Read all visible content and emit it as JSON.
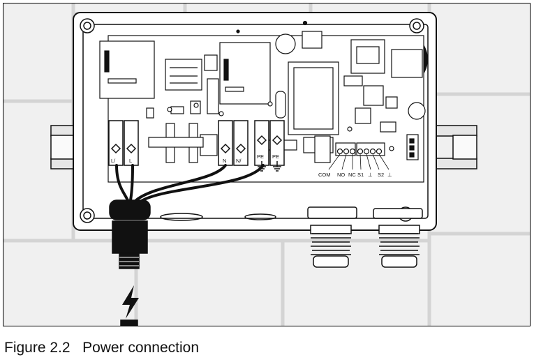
{
  "caption": {
    "number": "Figure 2.2",
    "title": "Power connection"
  },
  "terminals": {
    "mains": [
      "L/",
      "L"
    ],
    "neutral": [
      "N",
      "N/"
    ],
    "earth": [
      "PE",
      "PE"
    ],
    "relay": [
      "COM",
      "NO",
      "NC",
      "S1",
      "⊥",
      "S2",
      "⊥"
    ]
  },
  "icons": {
    "power": "lightning-bolt-icon"
  },
  "colors": {
    "line": "#111111",
    "wall": "#d6d6d6",
    "board": "#ffffff"
  }
}
